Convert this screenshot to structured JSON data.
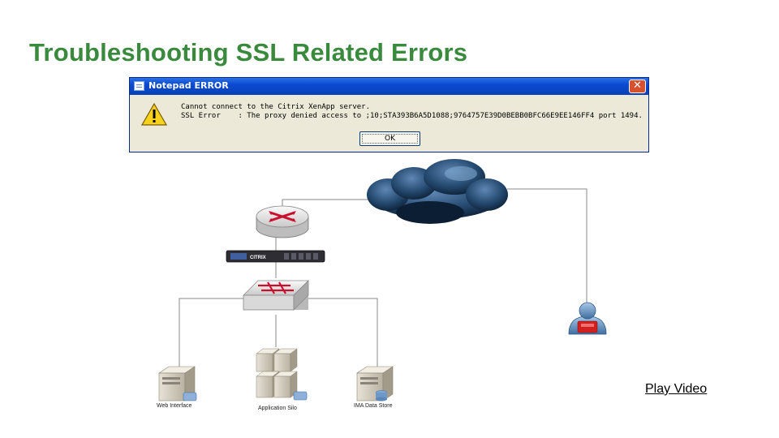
{
  "slide": {
    "title": "Troubleshooting SSL Related Errors",
    "play_video_label": "Play Video"
  },
  "dialog": {
    "title": "Notepad ERROR",
    "close_glyph": "✕",
    "message_line1": "Cannot connect to the Citrix XenApp server.",
    "message_line2": "SSL Error    : The proxy denied access to ;10;STA393B6A5D1088;9764757E39D0BEBB0BFC66E9EE146FF4 port 1494.",
    "ok_label": "OK"
  },
  "diagram": {
    "netscaler_label": "CITRIX",
    "nodes": {
      "web_interface": "Web Interface",
      "application_silo": "Application Silo",
      "ima_data_store": "IMA Data Store"
    }
  },
  "colors": {
    "title_green": "#3a8a3e",
    "xp_titlebar": "#0a4ad0",
    "xp_dialog_bg": "#ece9d8",
    "cloud_dark": "#1d3f63",
    "router_red": "#c8102e"
  }
}
